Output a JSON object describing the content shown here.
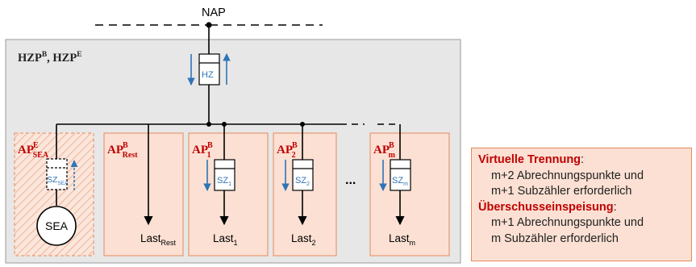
{
  "nap_label": "NAP",
  "hzp_label": {
    "base1": "HZP",
    "sup1": "B",
    "sep": ", ",
    "base2": "HZP",
    "sup2": "E"
  },
  "main_meter": {
    "label": "HZ"
  },
  "colors": {
    "grey_box": "#e7e7e7",
    "peach_fill": "#fbe0d3",
    "peach_border": "#e58a5c",
    "red_text": "#c00000",
    "blue": "#2e75b6"
  },
  "branches": [
    {
      "id": "sea",
      "ap_base": "AP",
      "ap_sup": "E",
      "ap_sub": "SEA",
      "meter_base": "SZ",
      "meter_sub": "SEA",
      "meter_style": "dashed",
      "load_label": "SEA",
      "load_sub": ""
    },
    {
      "id": "rest",
      "ap_base": "AP",
      "ap_sup": "B",
      "ap_sub": "Rest",
      "meter_base": "",
      "meter_sub": "",
      "meter_style": "none",
      "load_label": "Last",
      "load_sub": "Rest"
    },
    {
      "id": "1",
      "ap_base": "AP",
      "ap_sup": "B",
      "ap_sub": "1",
      "meter_base": "SZ",
      "meter_sub": "1",
      "meter_style": "solid",
      "load_label": "Last",
      "load_sub": "1"
    },
    {
      "id": "2",
      "ap_base": "AP",
      "ap_sup": "B",
      "ap_sub": "2",
      "meter_base": "SZ",
      "meter_sub": "2",
      "meter_style": "solid",
      "load_label": "Last",
      "load_sub": "2"
    },
    {
      "id": "m",
      "ap_base": "AP",
      "ap_sup": "B",
      "ap_sub": "m",
      "meter_base": "SZ",
      "meter_sub": "m",
      "meter_style": "solid",
      "load_label": "Last",
      "load_sub": "m"
    }
  ],
  "ellipsis": "...",
  "note": {
    "heading1": "Virtuelle Trennung",
    "colon1": ":",
    "line1a": "m+2 Abrechnungspunkte und",
    "line1b": "m+1 Subzähler erforderlich",
    "heading2": "Überschusseinspeisung",
    "colon2": ":",
    "line2a": "m+1 Abrechnungspunkte und",
    "line2b": "m Subzähler erforderlich"
  }
}
